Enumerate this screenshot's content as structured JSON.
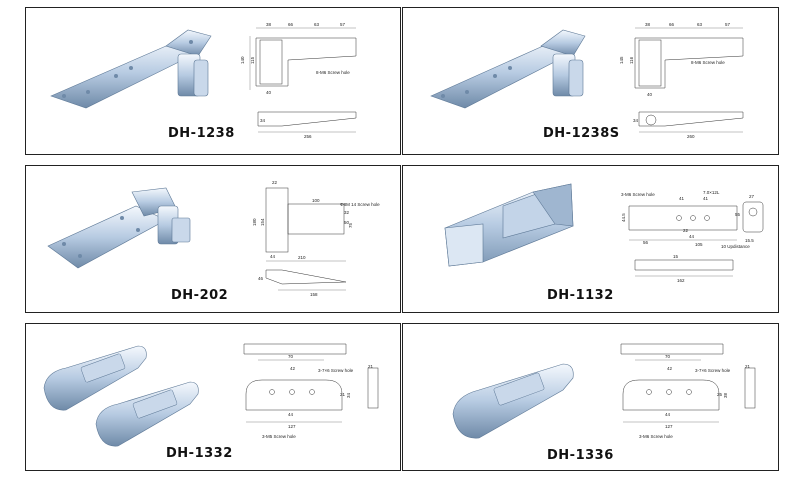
{
  "catalog": {
    "items": [
      {
        "model": "DH-1238",
        "dims": [
          "38",
          "66",
          "63",
          "57",
          "140",
          "115",
          "40",
          "34",
          "256"
        ],
        "note": "8-M6 Screw hole"
      },
      {
        "model": "DH-1238S",
        "dims": [
          "38",
          "66",
          "63",
          "57",
          "145",
          "116",
          "40",
          "34",
          "260"
        ],
        "note": "8-M6 Screw hole"
      },
      {
        "model": "DH-202",
        "dims": [
          "22",
          "180",
          "154",
          "100",
          "32",
          "50",
          "75",
          "44",
          "210",
          "46",
          "158"
        ],
        "note": "Φ8M 14 Screw hole"
      },
      {
        "model": "DH-1132",
        "dims": [
          "7.0×12L",
          "41",
          "41",
          "27",
          "55",
          "44.5",
          "22",
          "44",
          "56",
          "105",
          "15.5",
          "10 Updistance",
          "15",
          "162"
        ],
        "note": "3-M6 Screw hole"
      },
      {
        "model": "DH-1332",
        "dims": [
          "70",
          "42",
          "21",
          "34",
          "44",
          "127",
          "21"
        ],
        "note": "3-7×6 Screw hole",
        "note2": "3-M5 Screw hole"
      },
      {
        "model": "DH-1336",
        "dims": [
          "70",
          "42",
          "25",
          "38",
          "44",
          "127",
          "21"
        ],
        "note": "3-7×6 Screw hole",
        "note2": "3-M6 Screw hole"
      }
    ]
  },
  "colors": {
    "border": "#222222",
    "metal_light": "#e6eef8",
    "metal_mid": "#a9bfd9",
    "metal_dark": "#5d7896",
    "line": "#333333"
  }
}
